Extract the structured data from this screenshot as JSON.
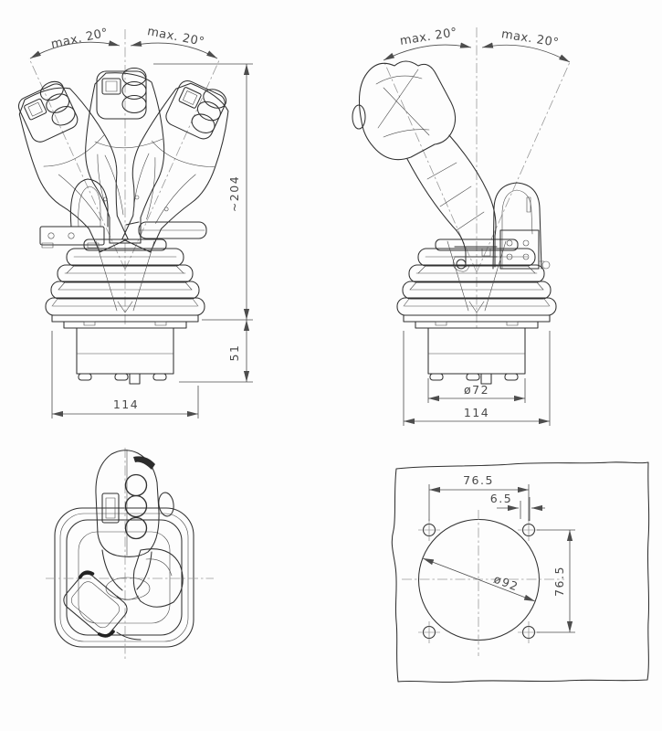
{
  "drawing": {
    "views": {
      "front": {
        "dims": {
          "tilt_left": "max. 20°",
          "tilt_right": "max. 20°",
          "height": "~204",
          "below_panel_depth": "51",
          "flange_width": "114"
        }
      },
      "side": {
        "dims": {
          "tilt_left": "max. 20°",
          "tilt_right": "max. 20°",
          "body_diameter": "ø72",
          "flange_width": "114"
        }
      },
      "top": {},
      "panel_cutout": {
        "dims": {
          "hole_pitch_x": "76.5",
          "hole_offset": "6.5",
          "hole_pitch_y": "76.5",
          "cutout_diameter": "ø92"
        }
      }
    },
    "colors": {
      "background": "#fdfdfd",
      "object_line": "#303030",
      "dimension_line": "#4d4d4d",
      "centerline": "#9a9a9a"
    }
  }
}
